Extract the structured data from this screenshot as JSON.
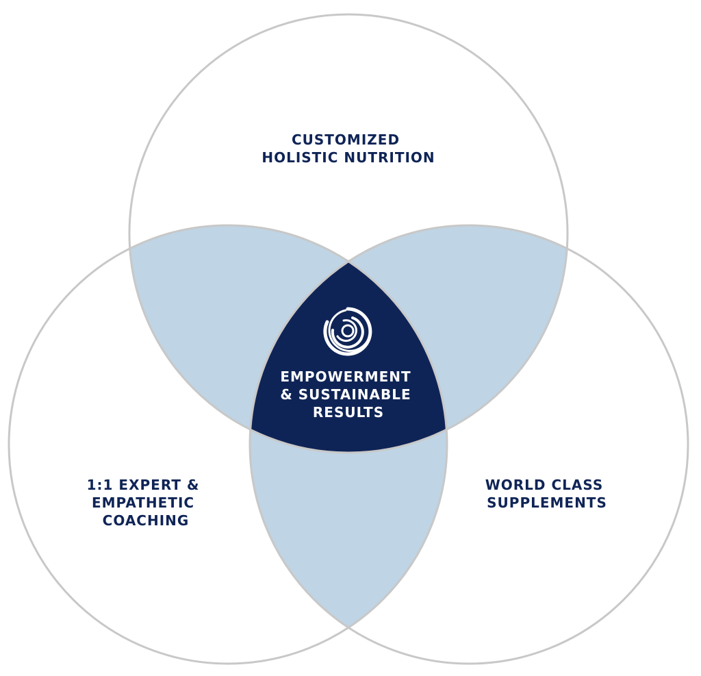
{
  "colors": {
    "background": "#ffffff",
    "circle_outline": "#c8c8c8",
    "pair_overlap": "#bfd4e4",
    "center_overlap": "#0f2456",
    "label_text": "#0f2456",
    "center_text": "#ffffff"
  },
  "icon": "swirl-logo-icon",
  "circles": [
    {
      "id": "top",
      "label": [
        "CUSTOMIZED",
        "HOLISTIC NUTRITION"
      ]
    },
    {
      "id": "left",
      "label": [
        "1:1 EXPERT &",
        "EMPATHETIC",
        "COACHING"
      ]
    },
    {
      "id": "right",
      "label": [
        "WORLD CLASS",
        "SUPPLEMENTS"
      ]
    }
  ],
  "center": {
    "label": [
      "EMPOWERMENT",
      "& SUSTAINABLE",
      "RESULTS"
    ]
  }
}
